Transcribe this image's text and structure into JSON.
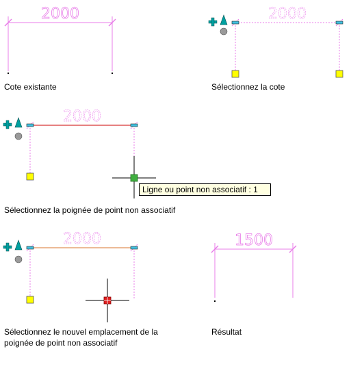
{
  "colors": {
    "dimension": "#e87ce8",
    "selected_dimension": "#ef9df0",
    "grip": "#ffff00",
    "grip_outline": "#555555",
    "tooltip_bg": "#ffffe1",
    "selected_line_red": "#cc0000",
    "selected_line_orange": "#d9762e",
    "cursor": "#000000",
    "hot_grip_green": "#3fae3f",
    "hot_grip_red": "#e02020",
    "stretch_icon": "#00a0a0",
    "triangle_icon": "#00a0a0",
    "circle_icon": "#9a9a9a"
  },
  "panels": {
    "existing": {
      "dimension_value": "2000",
      "caption": "Cote existante"
    },
    "select_dimension": {
      "dimension_value": "2000",
      "caption": "Sélectionnez la cote"
    },
    "select_grip": {
      "dimension_value": "2000",
      "caption": "Sélectionnez la poignée de point non associatif",
      "tooltip": "Ligne ou point non associatif : 1"
    },
    "new_location": {
      "dimension_value": "2000",
      "caption_line1": "Sélectionnez le nouvel emplacement de la",
      "caption_line2": "poignée de point non associatif"
    },
    "result": {
      "dimension_value": "1500",
      "caption": "Résultat"
    }
  },
  "icons": {
    "grip_menu": [
      "plus-move-icon",
      "triangle-icon",
      "circle-icon"
    ],
    "cursor": "crosshair-cursor-icon"
  }
}
